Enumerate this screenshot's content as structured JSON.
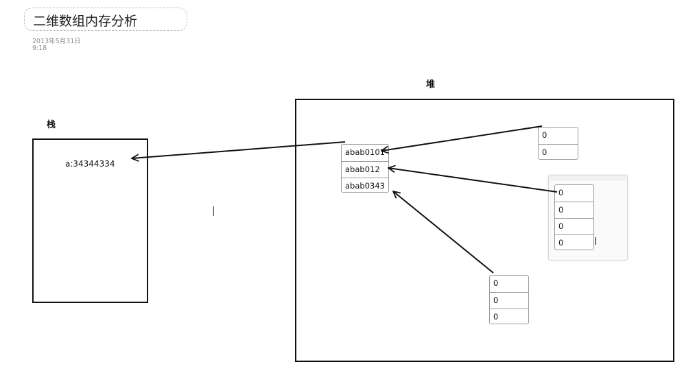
{
  "note": {
    "title": "二维数组内存分析",
    "date": "2013年5月31日",
    "time": "9:18"
  },
  "stack": {
    "label": "栈",
    "entry": "a:34344334"
  },
  "heap": {
    "label": "堆",
    "outer_array": [
      "abab0101",
      "abab012",
      "abab0343"
    ]
  },
  "inner_arrays": {
    "top_right": [
      "0",
      "0"
    ],
    "middle_right": [
      "0",
      "0",
      "0",
      "0"
    ],
    "bottom": [
      "0",
      "0",
      "0"
    ]
  },
  "colors": {
    "lines": "#111111",
    "cell_border": "#9a9a9a",
    "meta_text": "#8a8a8a"
  }
}
